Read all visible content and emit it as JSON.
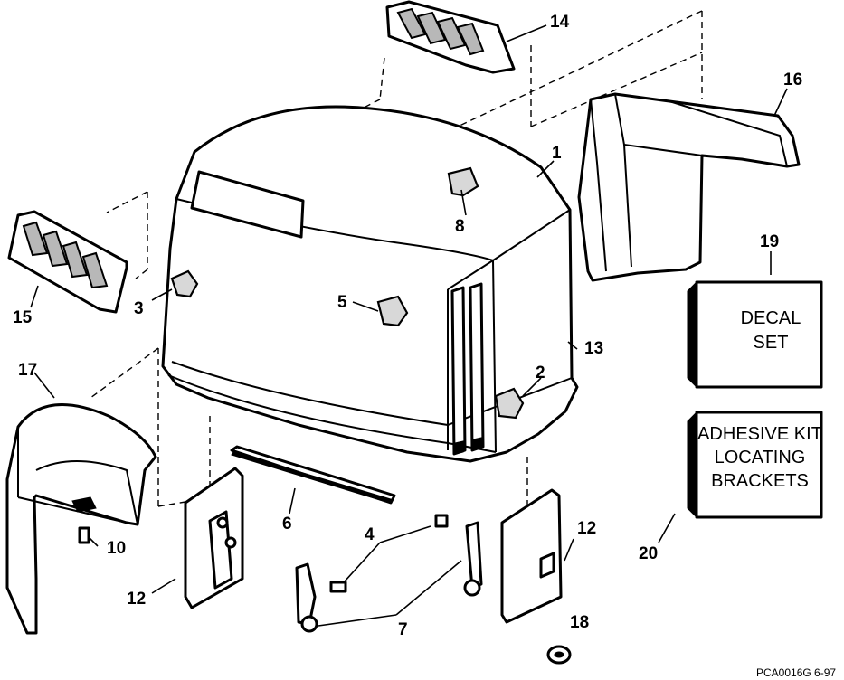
{
  "diagram": {
    "callouts": {
      "c1": "1",
      "c2": "2",
      "c3": "3",
      "c4": "4",
      "c5": "5",
      "c6": "6",
      "c7": "7",
      "c8": "8",
      "c10": "10",
      "c12a": "12",
      "c12b": "12",
      "c13": "13",
      "c14": "14",
      "c15": "15",
      "c16": "16",
      "c17": "17",
      "c18": "18",
      "c19": "19",
      "c20": "20"
    },
    "decal_box": {
      "line1": "DECAL",
      "line2": "SET"
    },
    "adhesive_box": {
      "line1": "ADHESIVE KIT",
      "line2": "LOCATING",
      "line3": "BRACKETS"
    },
    "drawing_code": "PCA0016G 6-97"
  }
}
